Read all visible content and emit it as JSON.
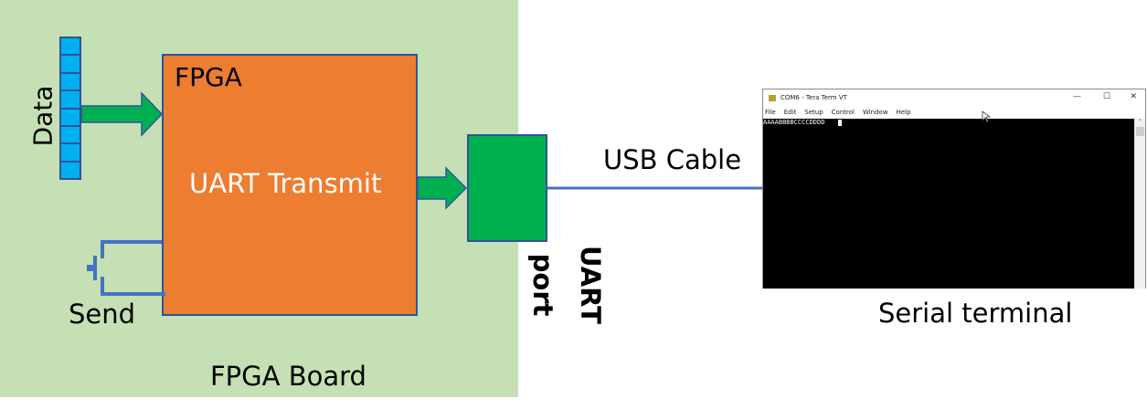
{
  "board": {
    "label": "FPGA Board"
  },
  "fpga": {
    "label": "FPGA",
    "module_label": "UART Transmit"
  },
  "data_register": {
    "label": "Data",
    "cells": 8
  },
  "send_button": {
    "label": "Send"
  },
  "uart_port": {
    "label_line1": "UART",
    "label_line2": "port"
  },
  "cable": {
    "label": "USB Cable"
  },
  "terminal": {
    "window_title": "COM6 - Tera Term VT",
    "menu": [
      "File",
      "Edit",
      "Setup",
      "Control",
      "Window",
      "Help"
    ],
    "output": "AAAABBBBCCCCDDDD",
    "caption": "Serial terminal"
  },
  "colors": {
    "board": "#c5e0b4",
    "fpga": "#ed7d31",
    "port": "#00b050",
    "register": "#00b0f0",
    "outline": "#2f5597",
    "wire": "#4472c4"
  }
}
